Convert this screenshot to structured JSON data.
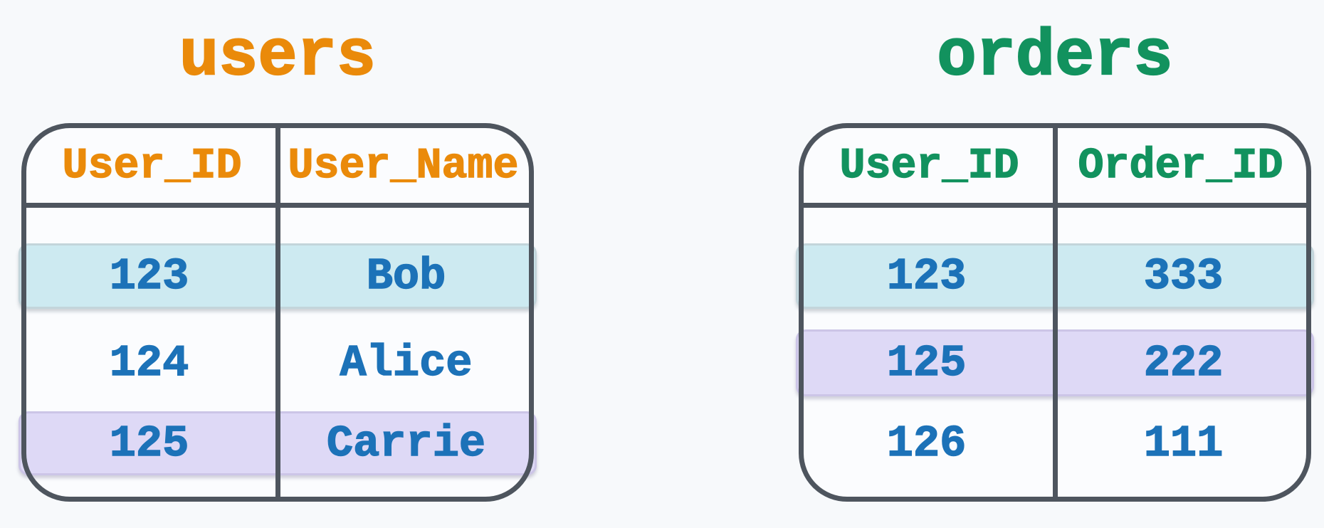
{
  "page": {
    "background_color": "#f7f9fb",
    "table_interior_color": "#fbfcfe",
    "frame_color": "#4e555e",
    "data_text_color": "#1c72b8"
  },
  "highlight_colors": {
    "teal": "#cdeaf1",
    "purple": "#ded9f6"
  },
  "tables": [
    {
      "title": "users",
      "title_color": "#ea8a0a",
      "columns": [
        "User_ID",
        "User_Name"
      ],
      "rows": [
        {
          "cells": [
            "123",
            "Bob"
          ],
          "highlight": "teal"
        },
        {
          "cells": [
            "124",
            "Alice"
          ],
          "highlight": "none"
        },
        {
          "cells": [
            "125",
            "Carrie"
          ],
          "highlight": "purple"
        }
      ]
    },
    {
      "title": "orders",
      "title_color": "#12925e",
      "columns": [
        "User_ID",
        "Order_ID"
      ],
      "rows": [
        {
          "cells": [
            "123",
            "333"
          ],
          "highlight": "teal"
        },
        {
          "cells": [
            "125",
            "222"
          ],
          "highlight": "purple"
        },
        {
          "cells": [
            "126",
            "111"
          ],
          "highlight": "none"
        }
      ]
    }
  ]
}
